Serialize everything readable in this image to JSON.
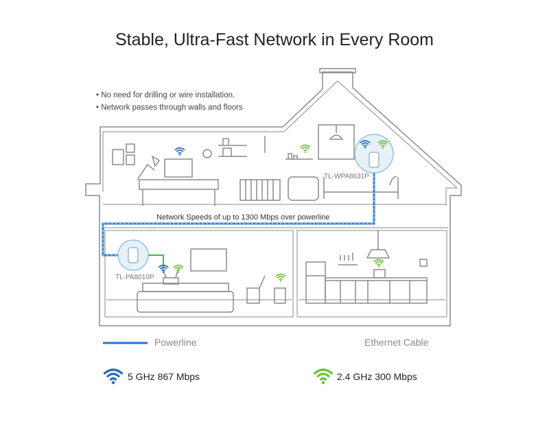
{
  "title": "Stable, Ultra-Fast Network in Every Room",
  "bullets": [
    "• No need for drilling or wire installation.",
    "• Network passes through walls and floors"
  ],
  "powerline_caption": "Network Speeds of up to 1300 Mbps over powerline",
  "devices": {
    "upstairs": "TL-WPA8631P",
    "downstairs": "TL-PA8010P"
  },
  "legend": {
    "powerline": "Powerline",
    "ethernet": "Ethernet Cable",
    "band_5": "5 GHz  867 Mbps",
    "band_24": "2.4 GHz  300 Mbps"
  },
  "colors": {
    "powerline": "#2f7fd1",
    "ethernet": "#3cbb3c",
    "wifi_5": "#2a6db5",
    "wifi_24": "#6cc43c",
    "line": "#8a8a8a"
  }
}
